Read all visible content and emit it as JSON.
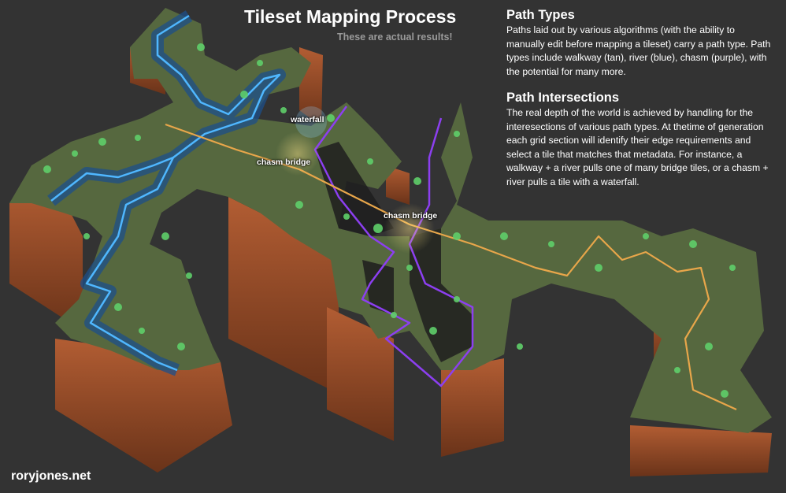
{
  "header": {
    "title": "Tileset Mapping Process",
    "subtitle": "These are actual results!"
  },
  "sections": [
    {
      "heading": "Path Types",
      "body": "Paths laid out by various algorithms (with the ability to manually edit before mapping a tileset) carry a path type. Path types include walkway (tan), river (blue), chasm (purple), with the potential for many more."
    },
    {
      "heading": "Path Intersections",
      "body": "The real depth of the world is achieved by handling for the interesections of various path types. At thetime of generation each grid section will identify their edge requirements and select a tile that matches that metadata. For instance, a walkway + a river pulls one of many bridge tiles, or a chasm + river pulls a tile with a waterfall."
    }
  ],
  "map_labels": {
    "waterfall": "waterfall",
    "chasm_bridge_1": "chasm bridge",
    "chasm_bridge_2": "chasm bridge"
  },
  "footer": {
    "site": "roryjones.net"
  },
  "colors": {
    "background": "#333333",
    "grass": "#56683f",
    "cliff": "#a0532f",
    "walkway": "#e8a64a",
    "river": "#4fb7ff",
    "chasm": "#8c3ff0"
  }
}
